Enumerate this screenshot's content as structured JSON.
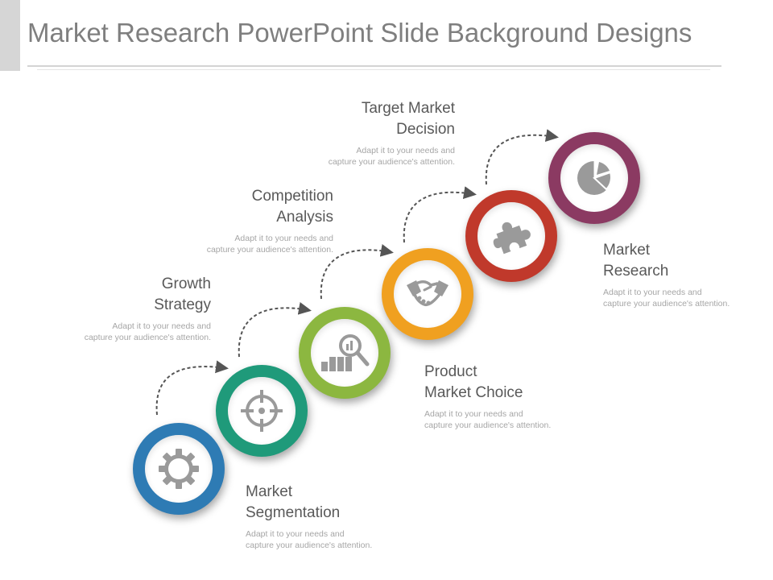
{
  "slide": {
    "title": "Market Research PowerPoint Slide Background Designs"
  },
  "steps": [
    {
      "title_line1": "Market",
      "title_line2": "Segmentation",
      "desc_line1": "Adapt it to your needs and",
      "desc_line2": "capture your audience's attention.",
      "color": "#2e7bb4",
      "icon": "gear-icon"
    },
    {
      "title_line1": "Growth",
      "title_line2": "Strategy",
      "desc_line1": "Adapt it to your needs and",
      "desc_line2": "capture your audience's attention.",
      "color": "#1f9a7a",
      "icon": "target-crosshair-icon"
    },
    {
      "title_line1": "Product",
      "title_line2": "Market Choice",
      "desc_line1": "Adapt it to your needs and",
      "desc_line2": "capture your audience's attention.",
      "color": "#8cb740",
      "icon": "bar-chart-magnifier-icon"
    },
    {
      "title_line1": "Competition",
      "title_line2": "Analysis",
      "desc_line1": "Adapt it to your needs and",
      "desc_line2": "capture your audience's attention.",
      "color": "#f0a020",
      "icon": "handshake-icon"
    },
    {
      "title_line1": "Market",
      "title_line2": "Research",
      "desc_line1": "Adapt it to your needs and",
      "desc_line2": "capture your audience's attention.",
      "color": "#c0392b",
      "icon": "puzzle-piece-icon"
    },
    {
      "title_line1": "Target Market",
      "title_line2": "Decision",
      "desc_line1": "Adapt it to your needs and",
      "desc_line2": "capture your audience's attention.",
      "color": "#8b3a62",
      "icon": "pie-chart-icon"
    }
  ]
}
